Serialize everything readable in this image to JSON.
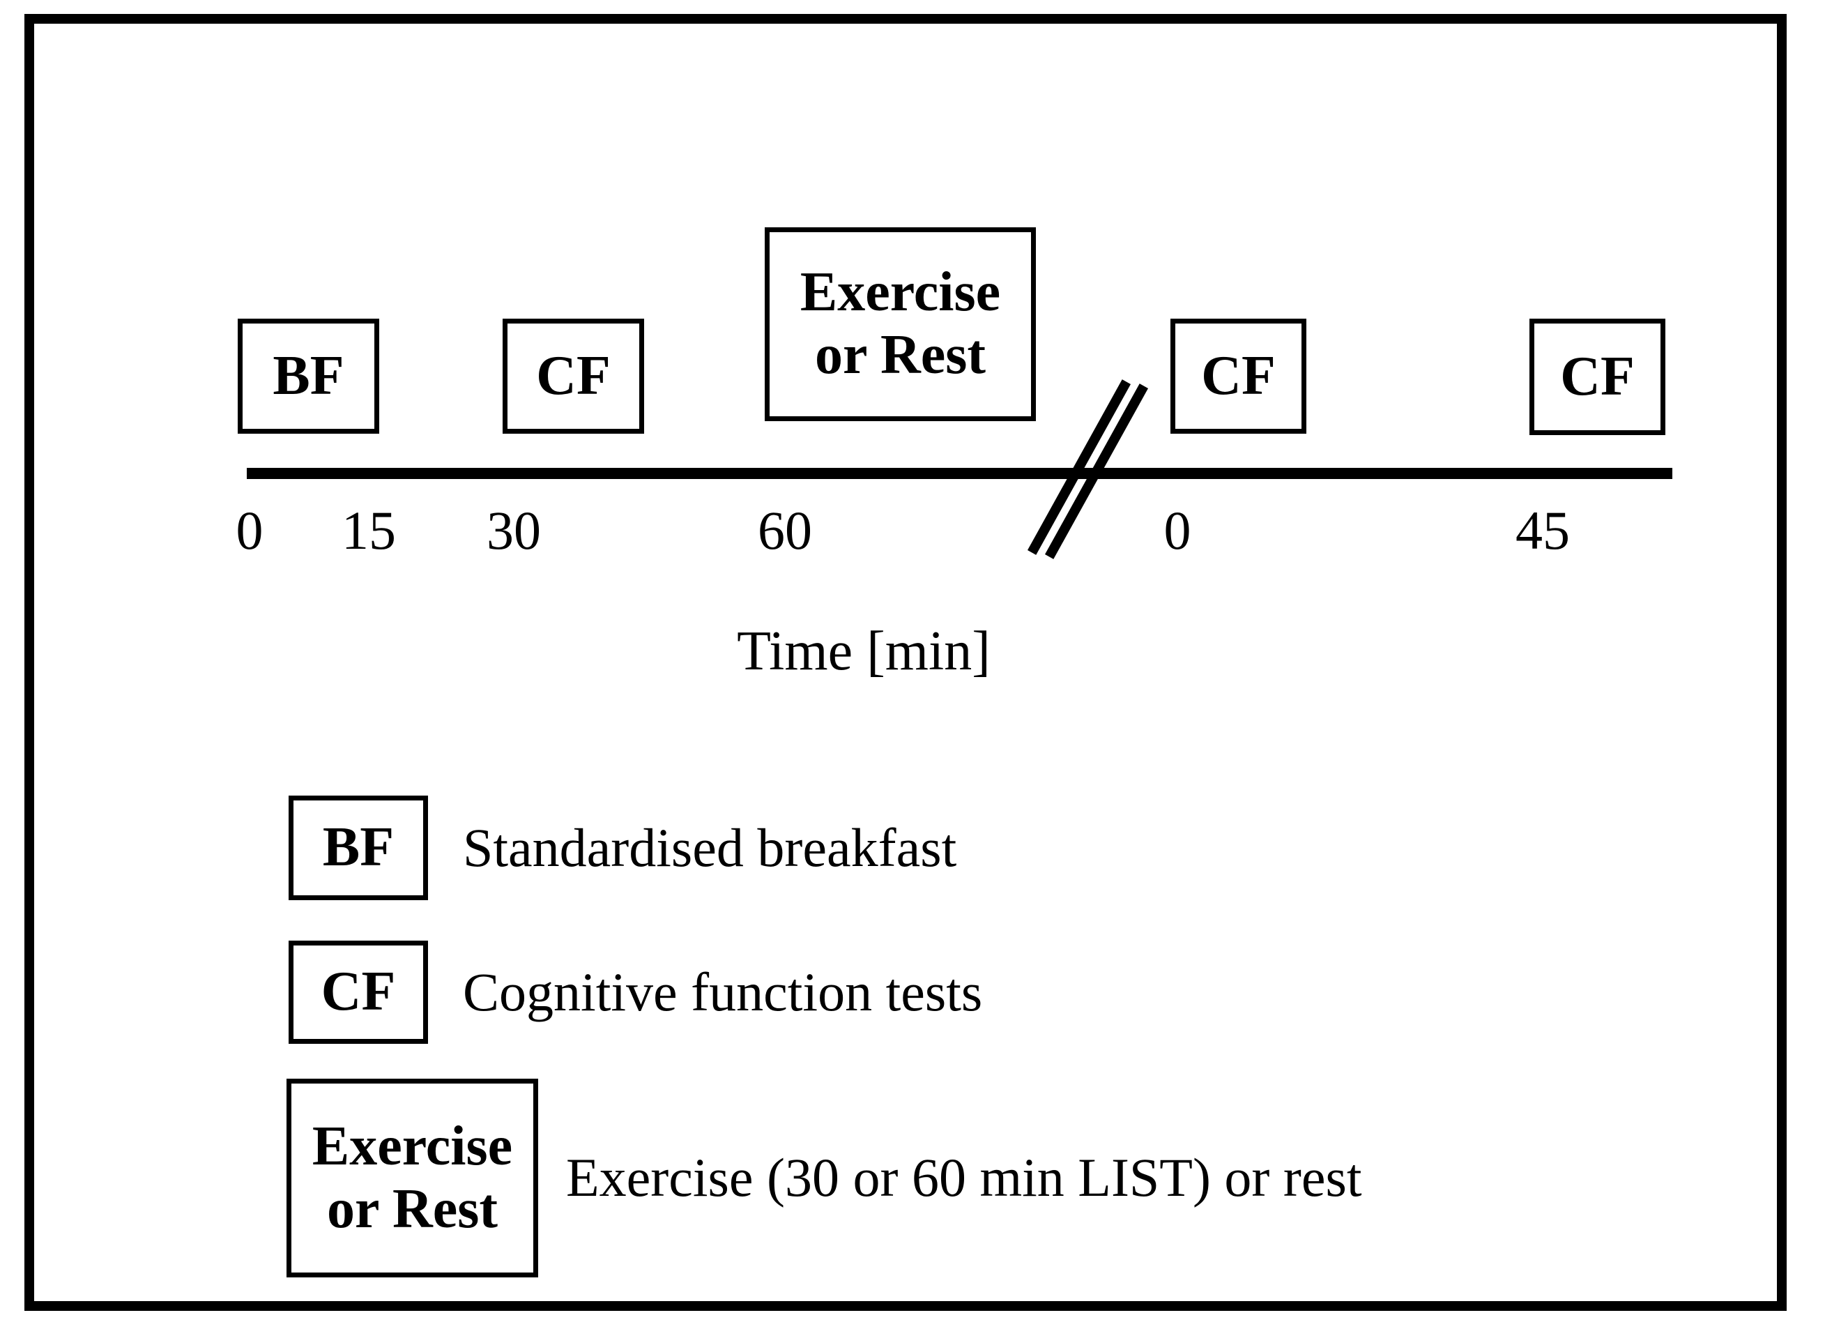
{
  "figure": {
    "type": "study-protocol-timeline",
    "colors": {
      "foreground": "#000000",
      "background": "#ffffff"
    },
    "timeline": {
      "axis_label": "Time [min]",
      "boxes": [
        {
          "label": "BF"
        },
        {
          "label": "CF"
        },
        {
          "line1": "Exercise",
          "line2": "or Rest"
        },
        {
          "label": "CF"
        },
        {
          "label": "CF"
        }
      ],
      "ticks": [
        "0",
        "15",
        "30",
        "60",
        "0",
        "45"
      ],
      "break_symbol": "//"
    },
    "legend": [
      {
        "key": "BF",
        "description": "Standardised breakfast"
      },
      {
        "key": "CF",
        "description": "Cognitive function tests"
      },
      {
        "key_line1": "Exercise",
        "key_line2": "or Rest",
        "description": "Exercise (30 or 60 min LIST) or rest"
      }
    ]
  }
}
